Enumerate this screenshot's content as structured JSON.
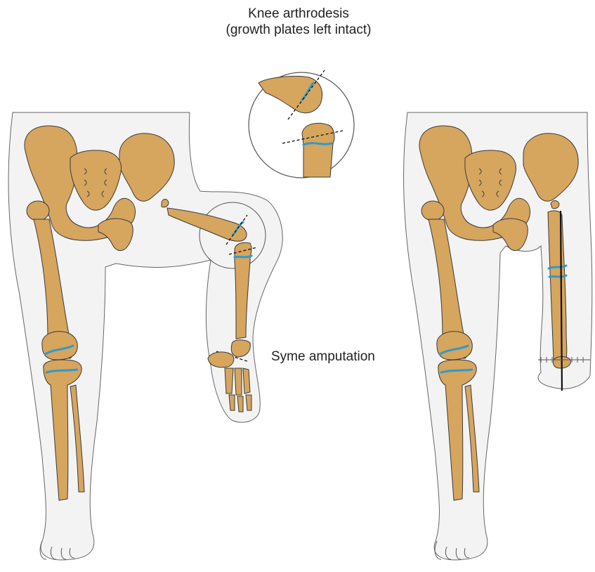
{
  "figure": {
    "title_line1": "Knee arthrodesis",
    "title_line2": "(growth plates left intact)",
    "syme_label": "Syme amputation"
  },
  "colors": {
    "bone": "#D6A55E",
    "growth_plate": "#2E9BCB",
    "skin": "#F2F2F2",
    "outline": "#444444",
    "cut_line": "#111111"
  }
}
